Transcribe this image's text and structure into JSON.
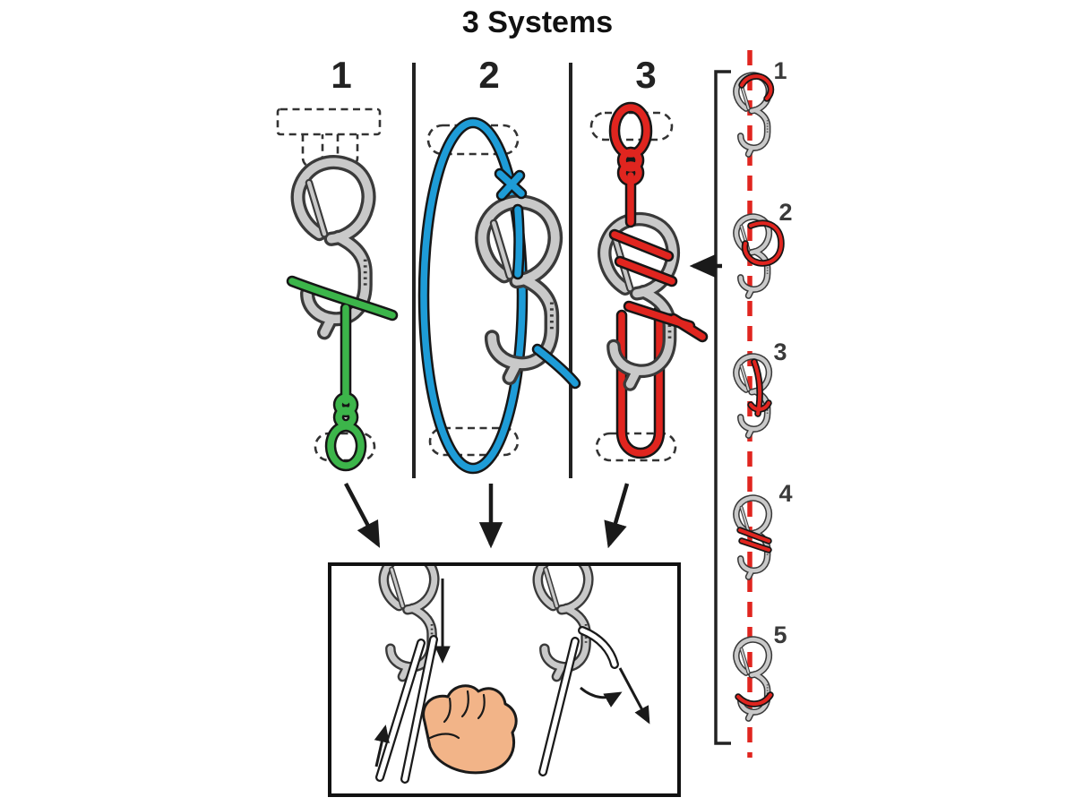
{
  "diagram": {
    "title": "3 Systems",
    "columns": [
      {
        "label": "1",
        "rope_color": "green"
      },
      {
        "label": "2",
        "rope_color": "blue"
      },
      {
        "label": "3",
        "rope_color": "red"
      }
    ],
    "sequence_steps": [
      {
        "label": "1"
      },
      {
        "label": "2"
      },
      {
        "label": "3"
      },
      {
        "label": "4"
      },
      {
        "label": "5"
      }
    ]
  },
  "colors": {
    "background": "#ffffff",
    "rope_green": "#3cb54a",
    "rope_blue": "#1e9cd7",
    "rope_red": "#e0251f",
    "rope_outline": "#161616",
    "device_fill": "#c9c9c9",
    "device_outline": "#3a3a3a",
    "dashed_anchor": "#333333",
    "arrow": "#1a1a1a",
    "hand_skin": "#f2b488"
  }
}
